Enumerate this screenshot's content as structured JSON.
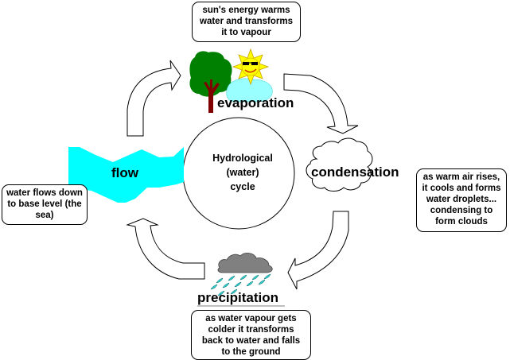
{
  "diagram": {
    "title": "Hydrological (water) cycle",
    "center": {
      "lines": [
        "Hydrological",
        "(water)",
        "cycle"
      ]
    },
    "stages": {
      "evaporation": {
        "label": "evaporation",
        "note": [
          "sun's energy warms",
          "water and transforms",
          "it to vapour"
        ],
        "icons": [
          "tree-icon",
          "sun-icon",
          "lake-icon"
        ]
      },
      "condensation": {
        "label": "condensation",
        "note": [
          "as warm air rises,",
          "it cools and forms",
          "water droplets...",
          "condensing to",
          "form clouds"
        ],
        "icons": [
          "cloud-icon"
        ]
      },
      "precipitation": {
        "label": "precipitation",
        "note": [
          "as water vapour gets",
          "colder it transforms",
          "back to water and falls",
          "to the ground"
        ],
        "icons": [
          "rain-cloud-icon",
          "raindrops-icon"
        ]
      },
      "flow": {
        "label": "flow",
        "note": [
          "water flows down",
          "to base level (the",
          "sea)"
        ],
        "icons": [
          "river-icon"
        ]
      }
    },
    "arrows": [
      "evaporation-to-condensation",
      "condensation-to-precipitation",
      "precipitation-to-flow",
      "flow-to-evaporation"
    ],
    "colors": {
      "water": "#00ffff",
      "tree_foliage": "#008000",
      "tree_trunk": "#800000",
      "sun": "#ffff00",
      "rain_cloud": "#808080",
      "raindrop": "#33cccc"
    }
  }
}
